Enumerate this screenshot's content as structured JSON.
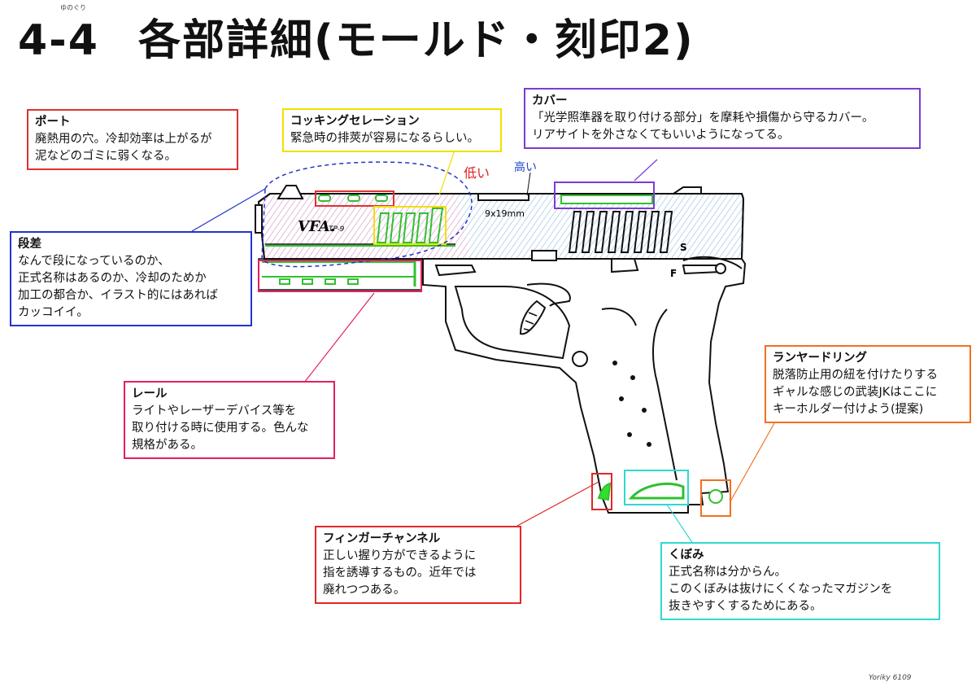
{
  "page": {
    "title_num": "4-4",
    "title_text": "各部詳細(モールド・刻印2)",
    "corner_note": "ゆのぐり",
    "signature": "Yoriky 6109"
  },
  "drawing": {
    "slide_logo": "VFA.",
    "model": "TP-9",
    "caliber": "9x19mm",
    "selector_s": "S",
    "selector_f": "F",
    "hand_low": "低い",
    "hand_high": "高い"
  },
  "callouts": {
    "port": {
      "title": "ポート",
      "lines": [
        "廃熱用の穴。冷却効率は上がるが",
        "泥などのゴミに弱くなる。"
      ],
      "color": "#e03030"
    },
    "cocking": {
      "title": "コッキングセレーション",
      "lines": [
        "緊急時の排莢が容易になるらしい。"
      ],
      "color": "#f0e000"
    },
    "cover": {
      "title": "カバー",
      "lines": [
        "「光学照準器を取り付ける部分」を摩耗や損傷から守るカバー。",
        "リアサイトを外さなくてもいいようになってる。"
      ],
      "color": "#7a3dd0"
    },
    "step": {
      "title": "段差",
      "lines": [
        "なんで段になっているのか、",
        "正式名称はあるのか、冷却のためか",
        "加工の都合か、イラスト的にはあれば",
        "カッコイイ。"
      ],
      "color": "#2233cc"
    },
    "rail": {
      "title": "レール",
      "lines": [
        "ライトやレーザーデバイス等を",
        "取り付ける時に使用する。色んな",
        "規格がある。"
      ],
      "color": "#e02060"
    },
    "lanyard": {
      "title": "ランヤードリング",
      "lines": [
        "脱落防止用の紐を付けたりする",
        "ギャルな感じの武装JKはここに",
        "キーホルダー付けよう(提案)"
      ],
      "color": "#f07020"
    },
    "finger": {
      "title": "フィンガーチャンネル",
      "lines": [
        "正しい握り方ができるように",
        "指を誘導するもの。近年では",
        "廃れつつある。"
      ],
      "color": "#e02828"
    },
    "recess": {
      "title": "くぼみ",
      "lines": [
        "正式名称は分からん。",
        "このくぼみは抜けにくくなったマガジンを",
        "抜きやすくするためにある。"
      ],
      "color": "#30d8d0"
    }
  }
}
